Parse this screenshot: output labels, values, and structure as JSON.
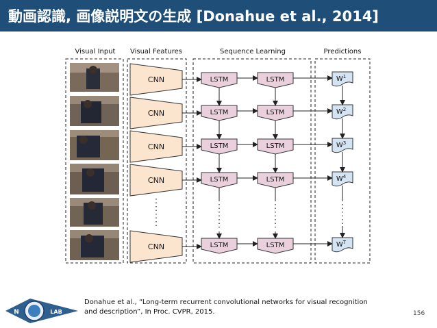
{
  "slide": {
    "title": "動画認識, 画像説明文の生成 [Donahue et al., 2014]",
    "caption_line1": "Donahue et al., “Long-term recurrent convolutional networks for visual recognition",
    "caption_line2": "and description”, In Proc. CVPR, 2015.",
    "page_number": "156"
  },
  "logo": {
    "left_text": "N",
    "right_text": "LAB"
  },
  "diagram": {
    "section_labels": [
      "Visual Input",
      "Visual Features",
      "Sequence Learning",
      "Predictions"
    ],
    "cnn_label": "CNN",
    "lstm_label": "LSTM",
    "predictions": [
      {
        "base": "W",
        "sup": "1"
      },
      {
        "base": "W",
        "sup": "2"
      },
      {
        "base": "W",
        "sup": "3"
      },
      {
        "base": "W",
        "sup": "4"
      },
      {
        "base": "W",
        "sup": "T"
      }
    ],
    "colors": {
      "title_bar": "#1f4e79",
      "cnn_fill": "#fbe5cf",
      "lstm_fill": "#ead0dc",
      "prediction_fill": "#d4e4f3"
    }
  }
}
